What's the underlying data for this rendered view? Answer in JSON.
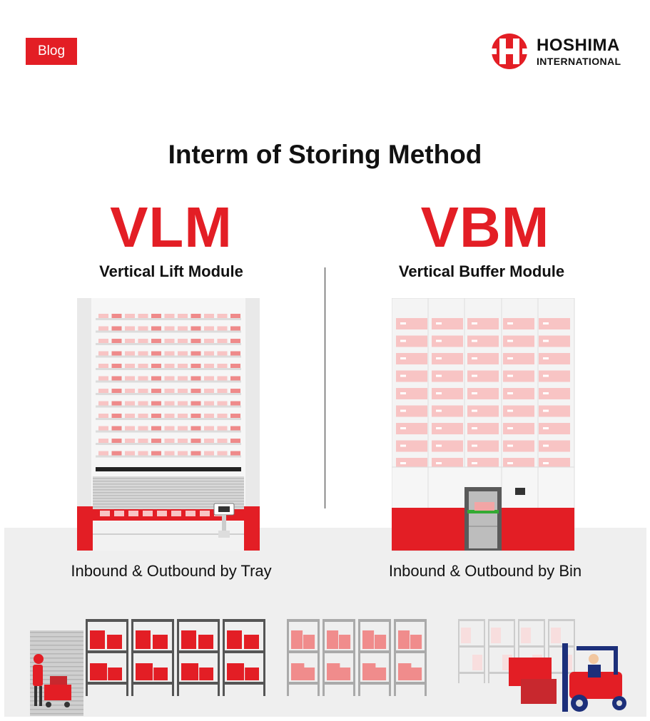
{
  "header": {
    "badge_label": "Blog",
    "brand_name": "HOSHIMA",
    "brand_sub": "INTERNATIONAL"
  },
  "headline": "Interm of Storing Method",
  "vlm": {
    "acronym": "VLM",
    "full_name": "Vertical Lift Module",
    "caption": "Inbound & Outbound by Tray"
  },
  "vbm": {
    "acronym": "VBM",
    "full_name": "Vertical Buffer Module",
    "caption": "Inbound & Outbound by Bin"
  },
  "colors": {
    "accent": "#e31e25",
    "pale_red": "#f8c4c4",
    "light_gray": "#efefef",
    "machine_body": "#f4f4f4"
  },
  "icons": {
    "logo": "hoshima-h-logo",
    "worker": "worker-with-cart-illustration",
    "forklift": "forklift-illustration"
  }
}
